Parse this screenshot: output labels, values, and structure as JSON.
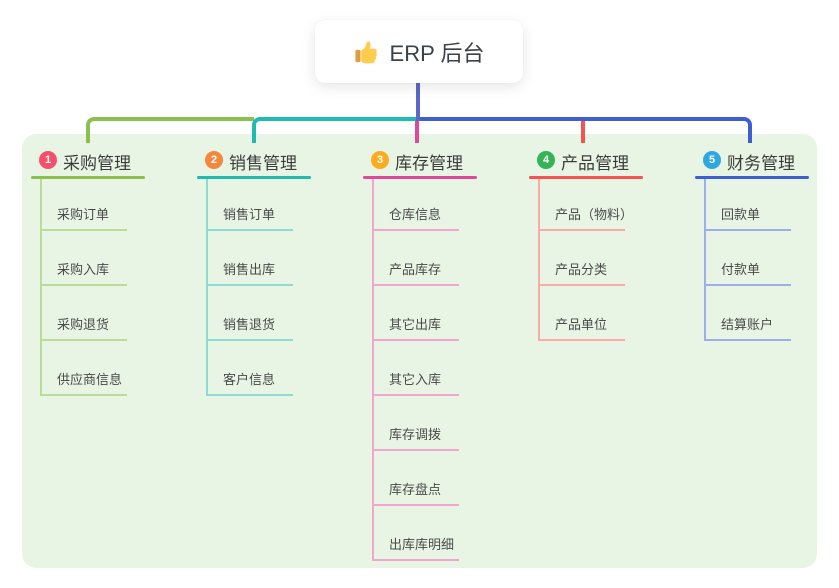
{
  "canvas": {
    "background": "#FFFFFF",
    "panel_color": "#E8F5E4"
  },
  "root": {
    "label": "ERP 后台",
    "icon": "thumbs-up-icon",
    "line_color": "#5A68C7"
  },
  "branches": [
    {
      "num": "1",
      "title": "采购管理",
      "badge_color": "#F4506C",
      "line_color": "#8CC04E",
      "light_color": "#BBDC95",
      "children": [
        "采购订单",
        "采购入库",
        "采购退货",
        "供应商信息"
      ]
    },
    {
      "num": "2",
      "title": "销售管理",
      "badge_color": "#F5873C",
      "line_color": "#1FBBB1",
      "light_color": "#8EDBD4",
      "children": [
        "销售订单",
        "销售出库",
        "销售退货",
        "客户信息"
      ]
    },
    {
      "num": "3",
      "title": "库存管理",
      "badge_color": "#FBAC1F",
      "line_color": "#E0489A",
      "light_color": "#F0A6CE",
      "children": [
        "仓库信息",
        "产品库存",
        "其它出库",
        "其它入库",
        "库存调拨",
        "库存盘点",
        "出库库明细"
      ]
    },
    {
      "num": "4",
      "title": "产品管理",
      "badge_color": "#35B457",
      "line_color": "#F4534F",
      "light_color": "#F9ACA7",
      "children": [
        "产品（物料）",
        "产品分类",
        "产品单位"
      ]
    },
    {
      "num": "5",
      "title": "财务管理",
      "badge_color": "#2FA7E0",
      "line_color": "#3D5FD0",
      "light_color": "#9DAEE8",
      "children": [
        "回款单",
        "付款单",
        "结算账户"
      ]
    }
  ]
}
